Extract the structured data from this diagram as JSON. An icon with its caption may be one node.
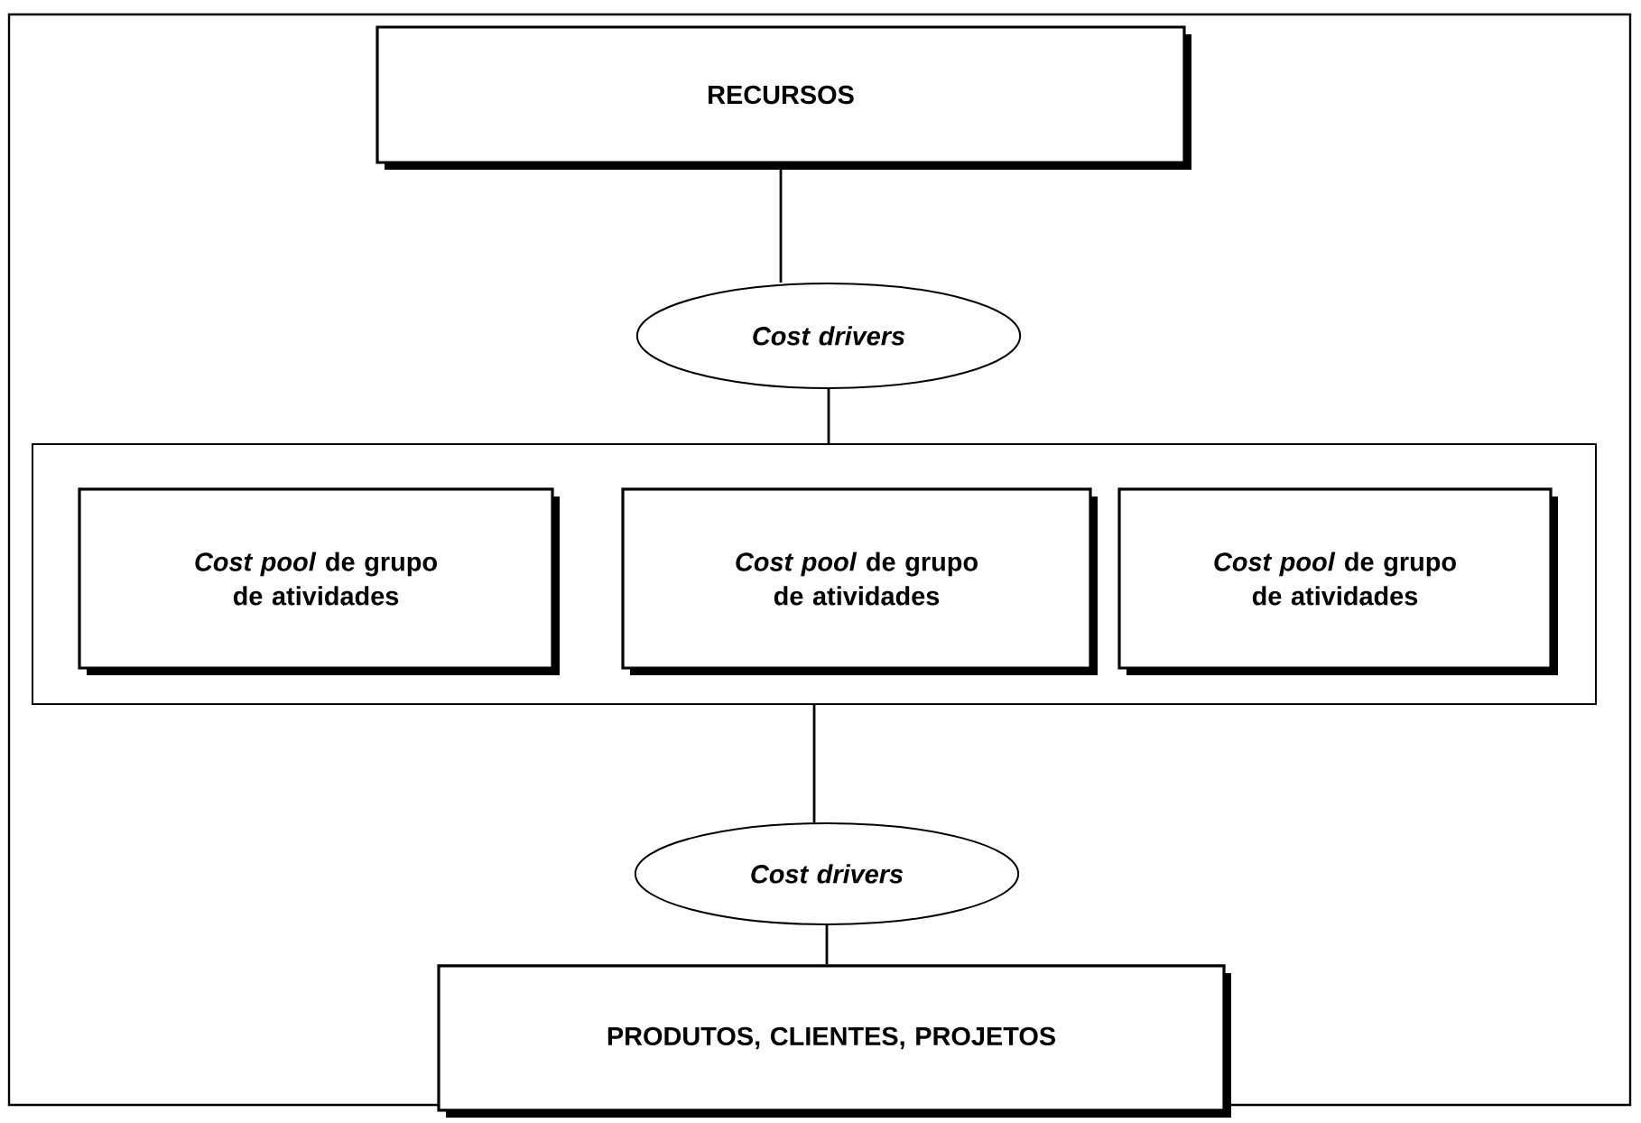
{
  "diagram": {
    "nodes": [
      {
        "text": [
          "RECURSOS"
        ]
      },
      {
        "text": [
          "Cost drivers"
        ]
      },
      {
        "text": [],
        "shape": "box"
      },
      {
        "text": [
          "*Cost pool* de grupo de atividades"
        ],
        "in": 2
      },
      {
        "text": [
          "*Cost pool* de grupo de atividades"
        ],
        "in": 2
      },
      {
        "text": [
          "*Cost pool* de grupo de atividades"
        ],
        "in": 2
      },
      {
        "text": [
          "Cost drivers"
        ]
      },
      {
        "text": [
          "PRODUTOS, CLIENTES, PROJETOS"
        ]
      }
    ],
    "edges": [
      {
        "from": 0,
        "to": 1,
        "arrow": "none"
      },
      {
        "from": 1,
        "to": 2,
        "arrow": "none"
      },
      {
        "from": 2,
        "to": 6,
        "arrow": "none"
      },
      {
        "from": 6,
        "to": 7,
        "arrow": "none"
      }
    ]
  }
}
